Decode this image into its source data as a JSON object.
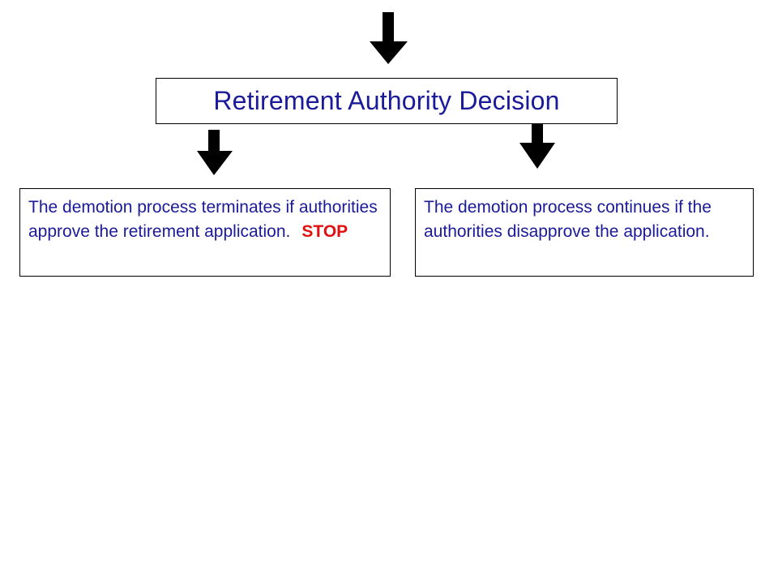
{
  "decision": {
    "title": "Retirement Authority Decision"
  },
  "outcomes": [
    {
      "text": "The demotion process terminates if authorities approve the retirement application.",
      "stop_label": "STOP"
    },
    {
      "text": "The demotion process continues if the authorities disapprove the application."
    }
  ],
  "colors": {
    "text": "#1a1a9a",
    "stop": "#e01010",
    "arrow": "#000000",
    "border": "#000000",
    "background": "#ffffff"
  },
  "icons": {
    "incoming": "arrow-down-icon",
    "approve_branch": "arrow-down-icon",
    "disapprove_branch": "arrow-down-icon"
  }
}
